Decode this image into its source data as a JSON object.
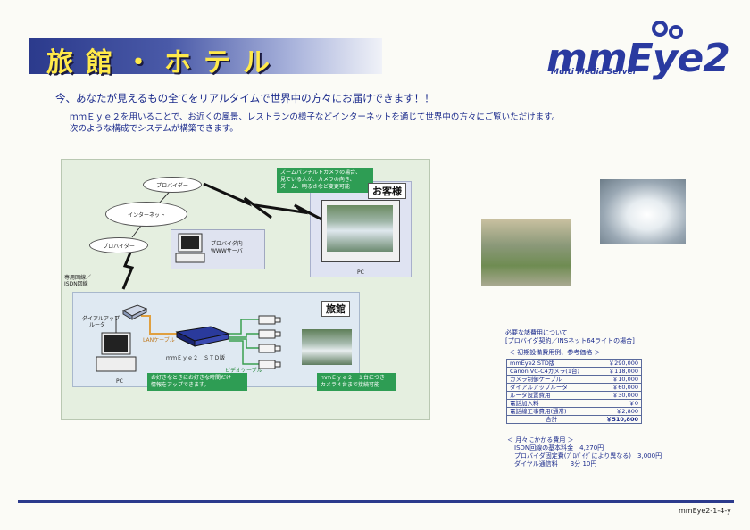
{
  "header": {
    "title": "旅館・ホテル",
    "logo": "mmEye2",
    "logo_sub": "Multi Media Server"
  },
  "headline": "今、あなたが見えるもの全てをリアルタイムで世界中の方々にお届けできます！！",
  "intro": [
    "ｍｍＥｙｅ２を用いることで、お近くの風景、レストランの様子などインターネットを通じて世界中の方々にご覧いただけます。",
    "次のような構成でシステムが構築できます。"
  ],
  "diagram": {
    "provider_top": "プロバイダー",
    "internet": "インターネット",
    "provider_bottom": "プロバイダー",
    "www_server": [
      "プロバイダ内",
      "WWWサーバ"
    ],
    "leased_line": [
      "専用回線／",
      "ISDN回線"
    ],
    "guest_note": [
      "ズームパンチルトカメラの場合、",
      "見ている人が、カメラの向き、",
      "ズーム、明るさなど変更可能"
    ],
    "guest_label": "お客様",
    "guest_pc": "PC",
    "inn_label": "旅館",
    "dialup_router": [
      "ダイアルアップ",
      "ルータ"
    ],
    "lan_cable": "LANケーブル",
    "video_cable": "ビデオケーブル",
    "device": "ｍｍＥｙｅ２　ＳＴＤ版",
    "inn_pc": "PC",
    "update_note": [
      "お好きなときにお好きな時間だけ",
      "情報をアップできます。"
    ],
    "camera_note": [
      "ｍｍＥｙｅ２　１台につき",
      "カメラ４台まで接続可能"
    ]
  },
  "costs": {
    "heading": [
      "必要な諸費用について",
      "[プロバイダ契約／INSネット64ライトの場合]"
    ],
    "initial_heading": "＜ 初期設備費用例、参考価格 ＞",
    "items": [
      {
        "name": "mmEye2 STD版",
        "price": "￥290,000"
      },
      {
        "name": "Canon VC-C4カメラ(1台)",
        "price": "￥118,000"
      },
      {
        "name": "カメラ制御ケーブル",
        "price": "￥10,000"
      },
      {
        "name": "ダイアルアップルータ",
        "price": "￥60,000"
      },
      {
        "name": "ルータ設置費用",
        "price": "￥30,000"
      },
      {
        "name": "電話加入料",
        "price": "￥0"
      },
      {
        "name": "電話線工事費用(通常)",
        "price": "￥2,800"
      }
    ],
    "total_label": "合計",
    "total_value": "￥510,800",
    "monthly_heading": "＜ 月々にかかる費用 ＞",
    "monthly": [
      "ISDN回線の基本料金　4,270円",
      "プロバイダ固定費(ﾌﾟﾛﾊﾞｲﾀﾞにより異なる)　3,000円",
      "ダイヤル通信料　　3分 10円"
    ]
  },
  "footer": {
    "code": "mmEye2-1-4-y"
  }
}
